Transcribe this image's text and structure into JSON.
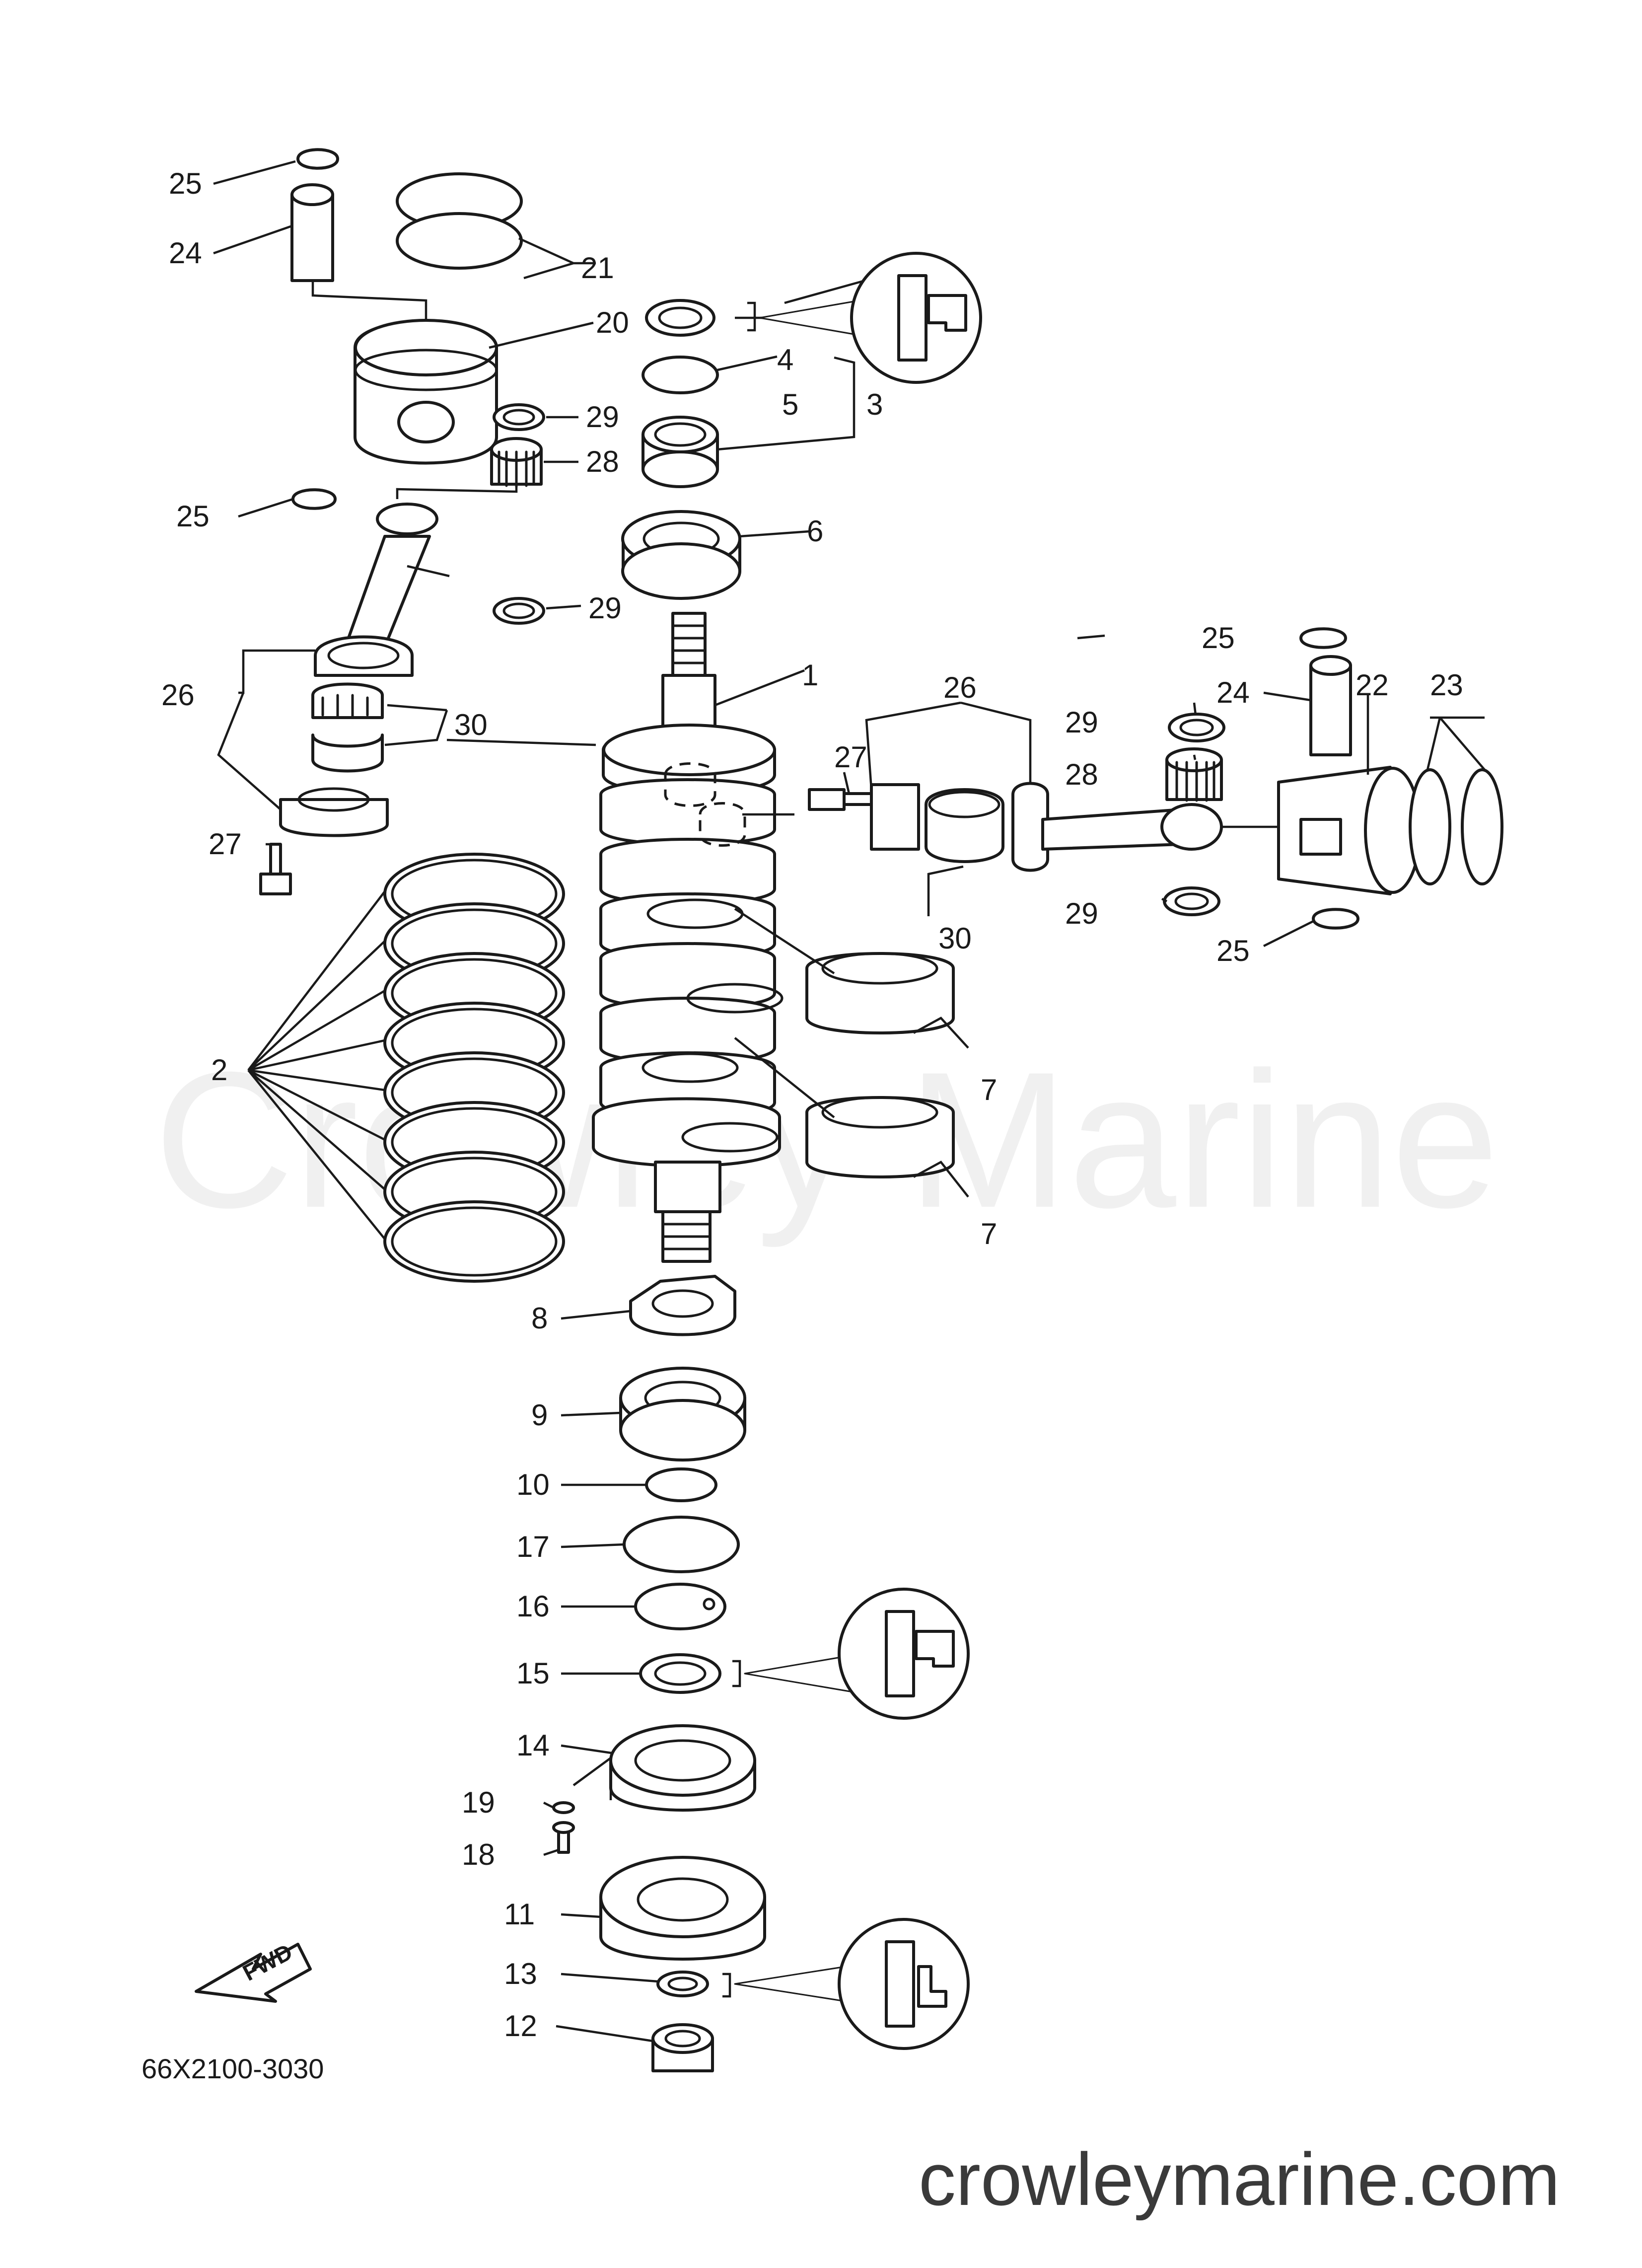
{
  "watermark": "Crowley Marine",
  "site_url": "crowleymarine.com",
  "diagram_code": "66X2100-3030",
  "fwd_label": "FWD",
  "colors": {
    "line": "#1a1a1a",
    "watermark": "#f0f0f0",
    "site_text": "#3a3a3a",
    "background": "#ffffff"
  },
  "callouts": [
    {
      "id": "c25a",
      "label": "25"
    },
    {
      "id": "c24a",
      "label": "24"
    },
    {
      "id": "c21",
      "label": "21"
    },
    {
      "id": "c20",
      "label": "20"
    },
    {
      "id": "c29a",
      "label": "29"
    },
    {
      "id": "c28a",
      "label": "28"
    },
    {
      "id": "c25b",
      "label": "25"
    },
    {
      "id": "c29b",
      "label": "29"
    },
    {
      "id": "c26a",
      "label": "26"
    },
    {
      "id": "c30a",
      "label": "30"
    },
    {
      "id": "c27a",
      "label": "27"
    },
    {
      "id": "c4",
      "label": "4"
    },
    {
      "id": "c5",
      "label": "5"
    },
    {
      "id": "c3",
      "label": "3"
    },
    {
      "id": "c6",
      "label": "6"
    },
    {
      "id": "c1",
      "label": "1"
    },
    {
      "id": "c26b",
      "label": "26"
    },
    {
      "id": "c27b",
      "label": "27"
    },
    {
      "id": "c30b",
      "label": "30"
    },
    {
      "id": "c25c",
      "label": "25"
    },
    {
      "id": "c29c",
      "label": "29"
    },
    {
      "id": "c24b",
      "label": "24"
    },
    {
      "id": "c22",
      "label": "22"
    },
    {
      "id": "c23",
      "label": "23"
    },
    {
      "id": "c28b",
      "label": "28"
    },
    {
      "id": "c29d",
      "label": "29"
    },
    {
      "id": "c25d",
      "label": "25"
    },
    {
      "id": "c2",
      "label": "2"
    },
    {
      "id": "c7a",
      "label": "7"
    },
    {
      "id": "c7b",
      "label": "7"
    },
    {
      "id": "c8",
      "label": "8"
    },
    {
      "id": "c9",
      "label": "9"
    },
    {
      "id": "c10",
      "label": "10"
    },
    {
      "id": "c17",
      "label": "17"
    },
    {
      "id": "c16",
      "label": "16"
    },
    {
      "id": "c15",
      "label": "15"
    },
    {
      "id": "c14",
      "label": "14"
    },
    {
      "id": "c19",
      "label": "19"
    },
    {
      "id": "c18",
      "label": "18"
    },
    {
      "id": "c11",
      "label": "11"
    },
    {
      "id": "c13",
      "label": "13"
    },
    {
      "id": "c12",
      "label": "12"
    }
  ],
  "lubricant_icons": [
    {
      "id": "lube-top",
      "icon": "grease-icon"
    },
    {
      "id": "lube-mid",
      "icon": "grease-icon"
    },
    {
      "id": "lube-bottom",
      "icon": "oil-icon"
    }
  ]
}
